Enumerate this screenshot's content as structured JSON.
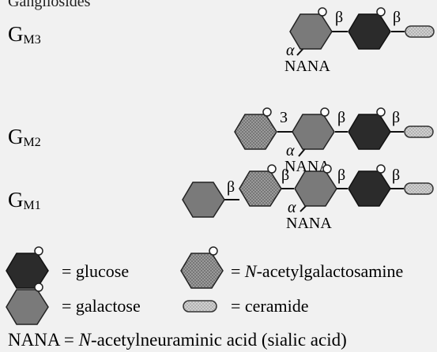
{
  "header_fragment": "Gangliosides",
  "gangliosides": [
    {
      "name_main": "G",
      "name_sub": "M3",
      "chain": [
        "galactose",
        "glucose",
        "ceramide"
      ],
      "links": [
        "β",
        "β"
      ],
      "branch": {
        "at": "galactose",
        "label": "α",
        "name": "NANA"
      }
    },
    {
      "name_main": "G",
      "name_sub": "M2",
      "chain": [
        "N-acetylgalactosamine",
        "galactose",
        "glucose",
        "ceramide"
      ],
      "links": [
        "3",
        "β",
        "β"
      ],
      "branch": {
        "at": "galactose",
        "label": "α",
        "name": "NANA"
      }
    },
    {
      "name_main": "G",
      "name_sub": "M1",
      "chain": [
        "galactose",
        "N-acetylgalactosamine",
        "galactose",
        "glucose",
        "ceramide"
      ],
      "links": [
        "β",
        "β",
        "β",
        "β"
      ],
      "branch": {
        "at": "galactose",
        "label": "α",
        "name": "NANA"
      }
    }
  ],
  "legend": {
    "glucose": "= glucose",
    "galnac_prefix": "= ",
    "galnac_italic": "N",
    "galnac_rest": "-acetylgalactosamine",
    "galactose": "= galactose",
    "ceramide": "= ceramide"
  },
  "footnote": {
    "prefix": "NANA = ",
    "italic": "N",
    "rest": "-acetylneuraminic acid (sialic acid)"
  },
  "colors": {
    "glucose": "#2b2b2b",
    "galactose": "#7a7a7a",
    "galnac": "#8e8e8e",
    "ceramide": "#bdbdbd",
    "background": "#f1f1f1"
  }
}
